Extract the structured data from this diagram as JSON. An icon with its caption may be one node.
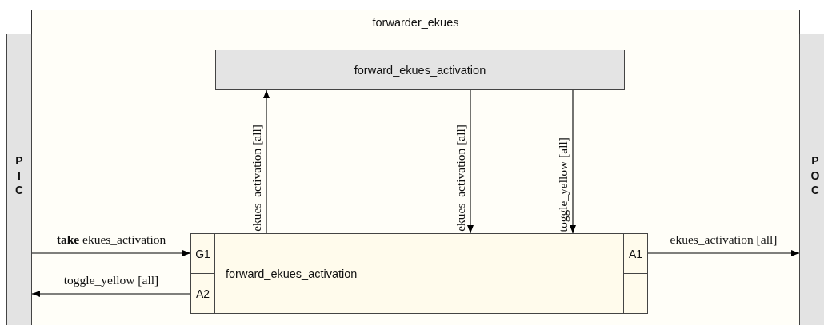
{
  "diagram": {
    "nodes": [
      {
        "text": [
          "forwarder_ekues"
        ]
      },
      {
        "text": [
          "PIC"
        ]
      },
      {
        "text": [
          "POC"
        ]
      },
      {
        "text": [
          "forward_ekues_activation"
        ],
        "in": 0
      },
      {
        "text": [
          "forward_ekues_activation"
        ],
        "in": 0
      },
      {
        "text": [
          "G1"
        ],
        "in": 4
      },
      {
        "text": [
          "A2"
        ],
        "in": 4
      },
      {
        "text": [
          "A1"
        ],
        "in": 4
      },
      {
        "text": [],
        "shape": "box",
        "in": 4
      }
    ],
    "edges": [
      {
        "from": 1,
        "to": 5,
        "arrow": "to",
        "label": "**take** ekues_activation"
      },
      {
        "from": 6,
        "to": 1,
        "arrow": "to",
        "label": "toggle_yellow [all]"
      },
      {
        "from": 7,
        "to": 2,
        "arrow": "to",
        "label": "ekues_activation [all]"
      },
      {
        "from": 4,
        "to": 3,
        "arrow": "to",
        "label": "ekues_activation [all]"
      },
      {
        "from": 3,
        "to": 4,
        "arrow": "to",
        "label": "ekues_activation [all]"
      },
      {
        "from": 3,
        "to": 4,
        "arrow": "to",
        "label": "toggle_yellow [all]"
      }
    ]
  }
}
